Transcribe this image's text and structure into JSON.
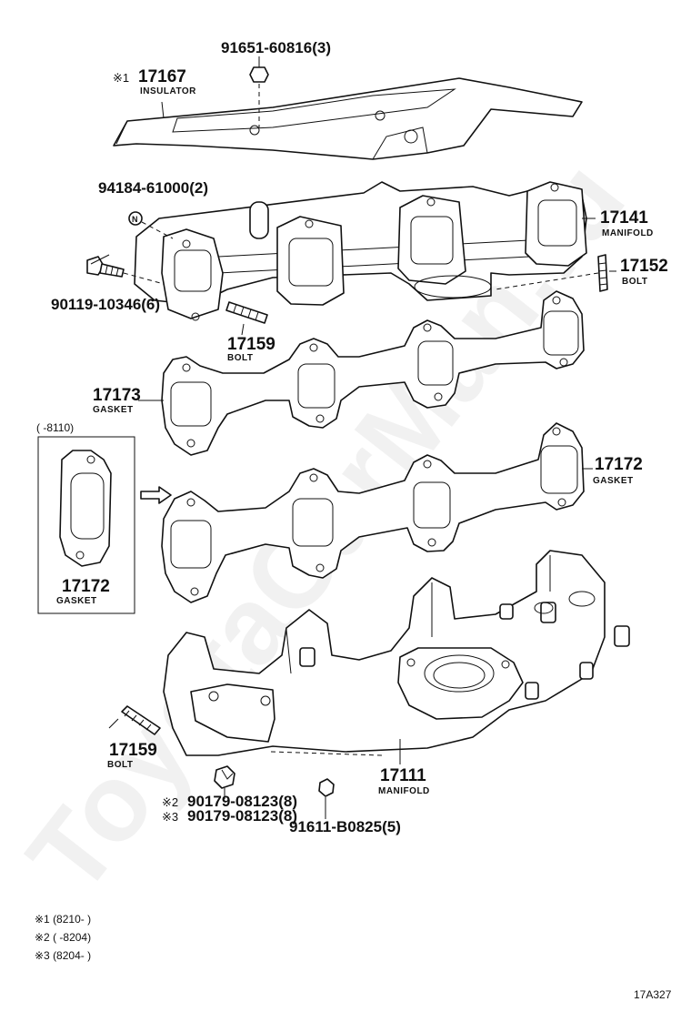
{
  "watermark": "ToyotaCarMan.ru",
  "figure_code": "17A327",
  "parts": {
    "nut_top": {
      "number": "91651-60816(3)"
    },
    "insulator": {
      "mark": "※1",
      "number": "17167",
      "label": "INSULATOR"
    },
    "n_plug": {
      "number": "94184-61000(2)",
      "symbol": "N"
    },
    "bolt_left": {
      "number": "90119-10346(6)"
    },
    "manifold_upper": {
      "number": "17141",
      "label": "MANIFOLD"
    },
    "bolt_right": {
      "number": "17152",
      "label": "BOLT"
    },
    "stud_mid": {
      "number": "17159",
      "label": "BOLT"
    },
    "gasket_upper": {
      "number": "17173",
      "label": "GASKET"
    },
    "range_box": {
      "range": "(    -8110)",
      "number": "17172",
      "label": "GASKET"
    },
    "gasket_lower": {
      "number": "17172",
      "label": "GASKET"
    },
    "stud_lower": {
      "number": "17159",
      "label": "BOLT"
    },
    "manifold_lower": {
      "number": "17111",
      "label": "MANIFOLD"
    },
    "nut_a": {
      "mark": "※2",
      "number": "90179-08123(8)"
    },
    "nut_b": {
      "mark": "※3",
      "number": "90179-08123(8)"
    },
    "nut_c": {
      "number": "91611-B0825(5)"
    }
  },
  "notes": [
    "※1 (8210-     )",
    "※2 (     -8204)",
    "※3 (8204-     )"
  ]
}
